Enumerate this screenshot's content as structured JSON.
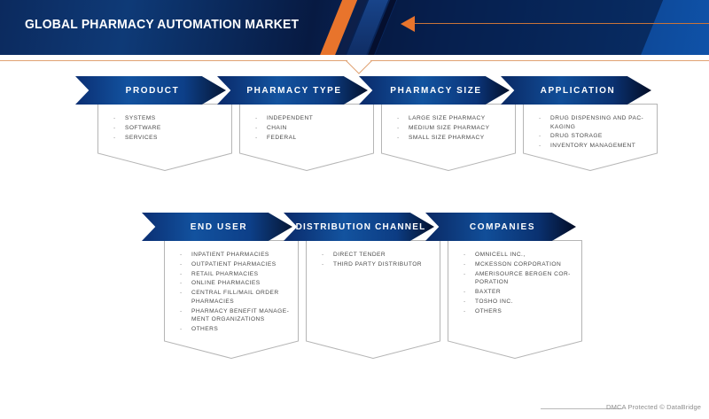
{
  "header": {
    "title": "GLOBAL PHARMACY AUTOMATION MARKET",
    "accent_orange": "#e8742c",
    "accent_blue": "#12529f",
    "arrow_icon": "arrow-left-icon"
  },
  "footer": {
    "text": "DMCA Protected © DataBridge"
  },
  "rows": [
    {
      "segments": [
        {
          "title": "PRODUCT",
          "items": [
            "SYSTEMS",
            "SOFTWARE",
            "SERVICES"
          ]
        },
        {
          "title": "PHARMACY TYPE",
          "items": [
            "INDEPENDENT",
            "CHAIN",
            "FEDERAL"
          ]
        },
        {
          "title": "PHARMACY SIZE",
          "items": [
            "LARGE SIZE PHARMACY",
            "MEDIUM SIZE PHARMACY",
            "SMALL SIZE PHARMACY"
          ]
        },
        {
          "title": "APPLICATION",
          "items": [
            "DRUG DISPENSING AND PAC-KAGING",
            "DRUG STORAGE",
            "INVENTORY MANAGEMENT"
          ]
        }
      ]
    },
    {
      "segments": [
        {
          "title": "END USER",
          "items": [
            "INPATIENT PHARMACIES",
            "OUTPATIENT PHARMACIES",
            "RETAIL PHARMACIES",
            "ONLINE PHARMACIES",
            "CENTRAL FILL/MAIL ORDER PHARMACIES",
            "PHARMACY BENEFIT MANAGE-MENT ORGANIZATIONS",
            "OTHERS"
          ]
        },
        {
          "title": "DISTRIBUTION CHANNEL",
          "items": [
            "DIRECT TENDER",
            "THIRD PARTY DISTRIBUTOR"
          ]
        },
        {
          "title": "COMPANIES",
          "items": [
            "OMNICELL INC.,",
            "MCKESSON CORPORATION",
            "AMERISOURCE BERGEN COR-PORATION",
            "BAXTER",
            "TOSHO INC.",
            "OTHERS"
          ]
        }
      ]
    }
  ]
}
